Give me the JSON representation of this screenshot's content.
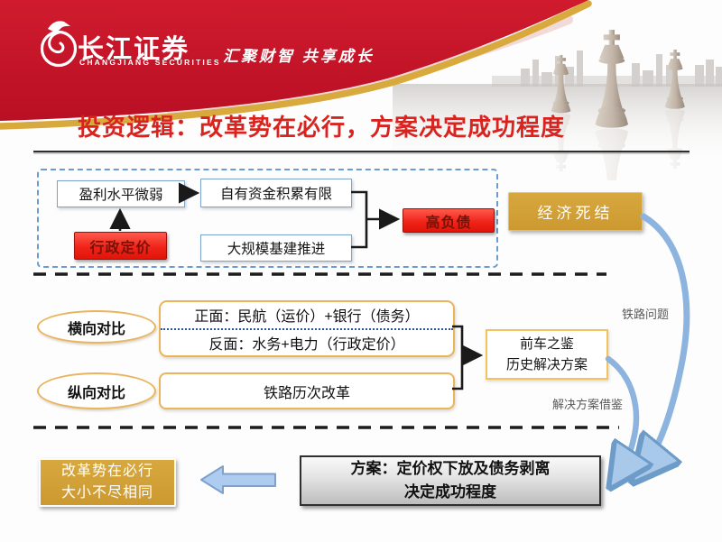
{
  "slide": {
    "brand": {
      "name_cn": "长江证券",
      "name_en": "CHANGJIANG SECURITIES",
      "tagline": "汇聚财智 共享成长"
    },
    "title": "投资逻辑：改革势在必行，方案决定成功程度",
    "cause_group": {
      "profit": "盈利水平微弱",
      "capital": "自有资金积累有限",
      "admin_pricing": "行政定价",
      "infrastructure": "大规模基建推进",
      "high_debt": "高负债",
      "deadlock": "经济死结"
    },
    "comparison": {
      "horizontal": "横向对比",
      "vertical": "纵向对比",
      "positive": "正面：民航（运价）+银行（债务）",
      "negative": "反面：水务+电力（行政定价）",
      "railway_reforms": "铁路历次改革",
      "precedent_1": "前车之鉴",
      "precedent_2": "历史解决方案",
      "railway_problem": "铁路问题",
      "solution_reference": "解决方案借鉴"
    },
    "conclusion": {
      "left_1": "改革势在必行",
      "left_2": "大小不尽相同",
      "plan_1": "方案：定价权下放及债务剥离",
      "plan_2": "决定成功程度"
    },
    "colors": {
      "brand_red": "#c8192b",
      "accent_gold": "#d8a93c",
      "box_red": "#f1241a",
      "box_gold": "#cf9d36",
      "frame_blue": "#6b9bd2",
      "frame_orange": "#e9b55c",
      "arrow_blue": "#8db4de",
      "title_red": "#d8231f"
    }
  }
}
